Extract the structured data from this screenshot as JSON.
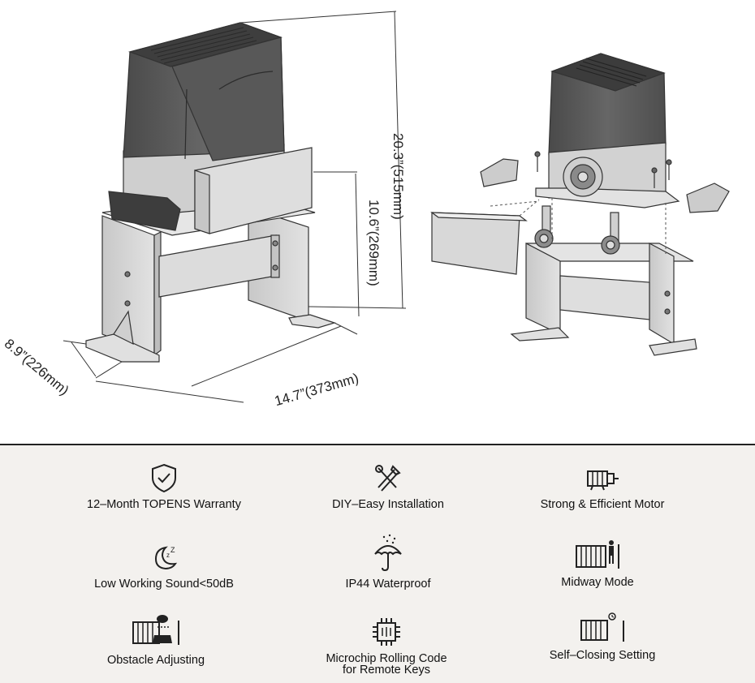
{
  "dimensions": {
    "height_total": "20.3”(515mm)",
    "height_mount": "10.6”(269mm)",
    "depth": "8.9”(226mm)",
    "width": "14.7”(373mm)"
  },
  "features": [
    {
      "label": "12–Month TOPENS Warranty",
      "icon": "shield-check-icon"
    },
    {
      "label": "DIY–Easy Installation",
      "icon": "tools-icon"
    },
    {
      "label": "Strong & Efficient Motor",
      "icon": "motor-icon"
    },
    {
      "label": "Low Working Sound<50dB",
      "icon": "moon-sleep-icon"
    },
    {
      "label": "IP44 Waterproof",
      "icon": "umbrella-rain-icon"
    },
    {
      "label": "Midway Mode",
      "icon": "gate-person-icon"
    },
    {
      "label": "Obstacle Adjusting",
      "icon": "gate-car-icon"
    },
    {
      "label": "Microchip Rolling Code",
      "label2": "for Remote Keys",
      "icon": "microchip-icon"
    },
    {
      "label": "Self–Closing Setting",
      "icon": "gate-timer-icon"
    }
  ],
  "colors": {
    "housing": "#5a5a5a",
    "steel": "#d4d4d4",
    "panel_bg": "#f3f1ee"
  }
}
